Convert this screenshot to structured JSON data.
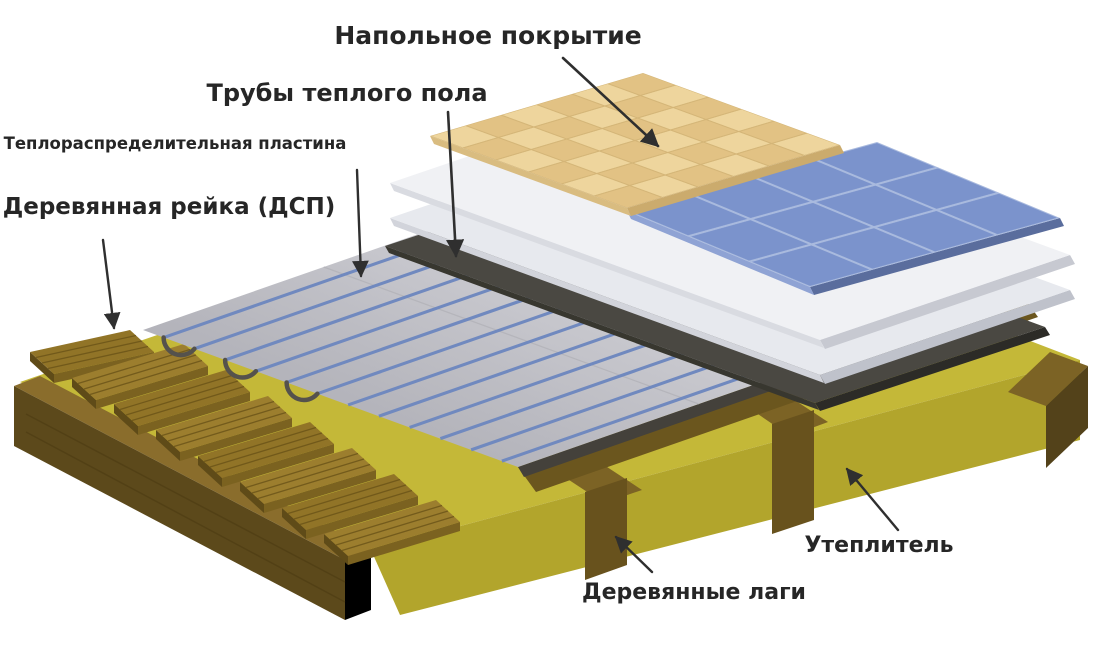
{
  "diagram_type": "exploded-isometric-floor-heating-layers",
  "labels": [
    {
      "id": "floor-covering",
      "text": "Напольное покрытие"
    },
    {
      "id": "heating-pipes",
      "text": "Трубы теплого пола"
    },
    {
      "id": "heat-plate",
      "text": "Теплораспределительная пластина"
    },
    {
      "id": "wood-batten",
      "text": "Деревянная рейка (ДСП)"
    },
    {
      "id": "insulation",
      "text": "Утеплитель"
    },
    {
      "id": "wood-joists",
      "text": "Деревянные лаги"
    }
  ],
  "colors": {
    "background": "#ffffff",
    "label_text": "#262626",
    "arrow": "#2f2f2f",
    "parquet_light": "#eed59d",
    "parquet_dark": "#e2c284",
    "tile_blue": "#7b93cc",
    "tile_grout": "#a9bade",
    "underlay_white": "#f0f1f4",
    "vapor_barrier_dark": "#4a4842",
    "metal_plate": "#c9c9cf",
    "pipe_blue": "#7089bf",
    "pipe_turn": "#55524c",
    "batten_wood": "#97792c",
    "joist_brown": "#6b561e",
    "insulation_yellow": "#c4b838"
  }
}
